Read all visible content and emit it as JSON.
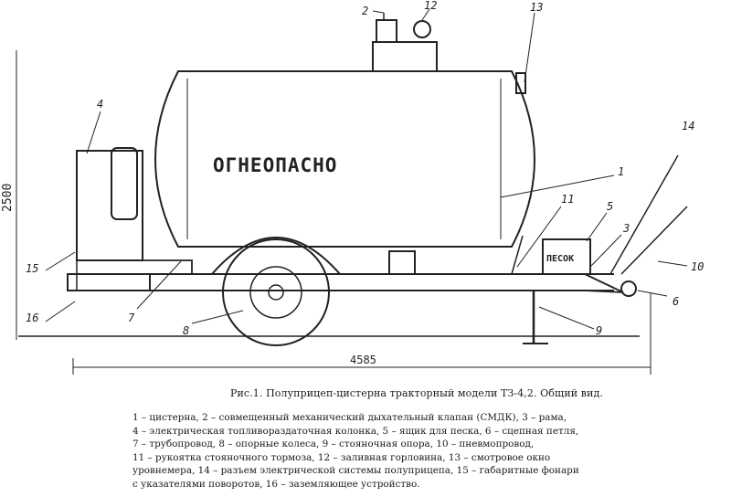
{
  "drawing": {
    "sign_text": "ОГНЕОПАСНО",
    "box_label": "ПЕСОК",
    "dim_height": "2500",
    "dim_length": "4585",
    "callouts": [
      "1",
      "2",
      "3",
      "4",
      "5",
      "6",
      "7",
      "8",
      "9",
      "10",
      "11",
      "12",
      "13",
      "14",
      "15",
      "16"
    ]
  },
  "caption": "Рис.1. Полуприцеп-цистерна тракторный модели ТЗ-4,2. Общий вид.",
  "legend_lines": [
    "1 – цистерна, 2 – совмещенный механический дыхательный клапан (СМДК), 3 – рама,",
    "4 – электрическая топливораздаточная колонка, 5 – ящик для песка, 6 – сцепная петля,",
    "7 – трубопровод, 8 – опорные колеса, 9 – стояночная опора, 10 – пневмопровод,",
    "11 – рукоятка стояночного тормоза, 12 – заливная горловина, 13 – смотровое окно",
    "уровнемера, 14 – разъем электрической системы полуприцепа, 15 – габаритные фонари",
    "с указателями поворотов, 16 – заземляющее устройство."
  ]
}
